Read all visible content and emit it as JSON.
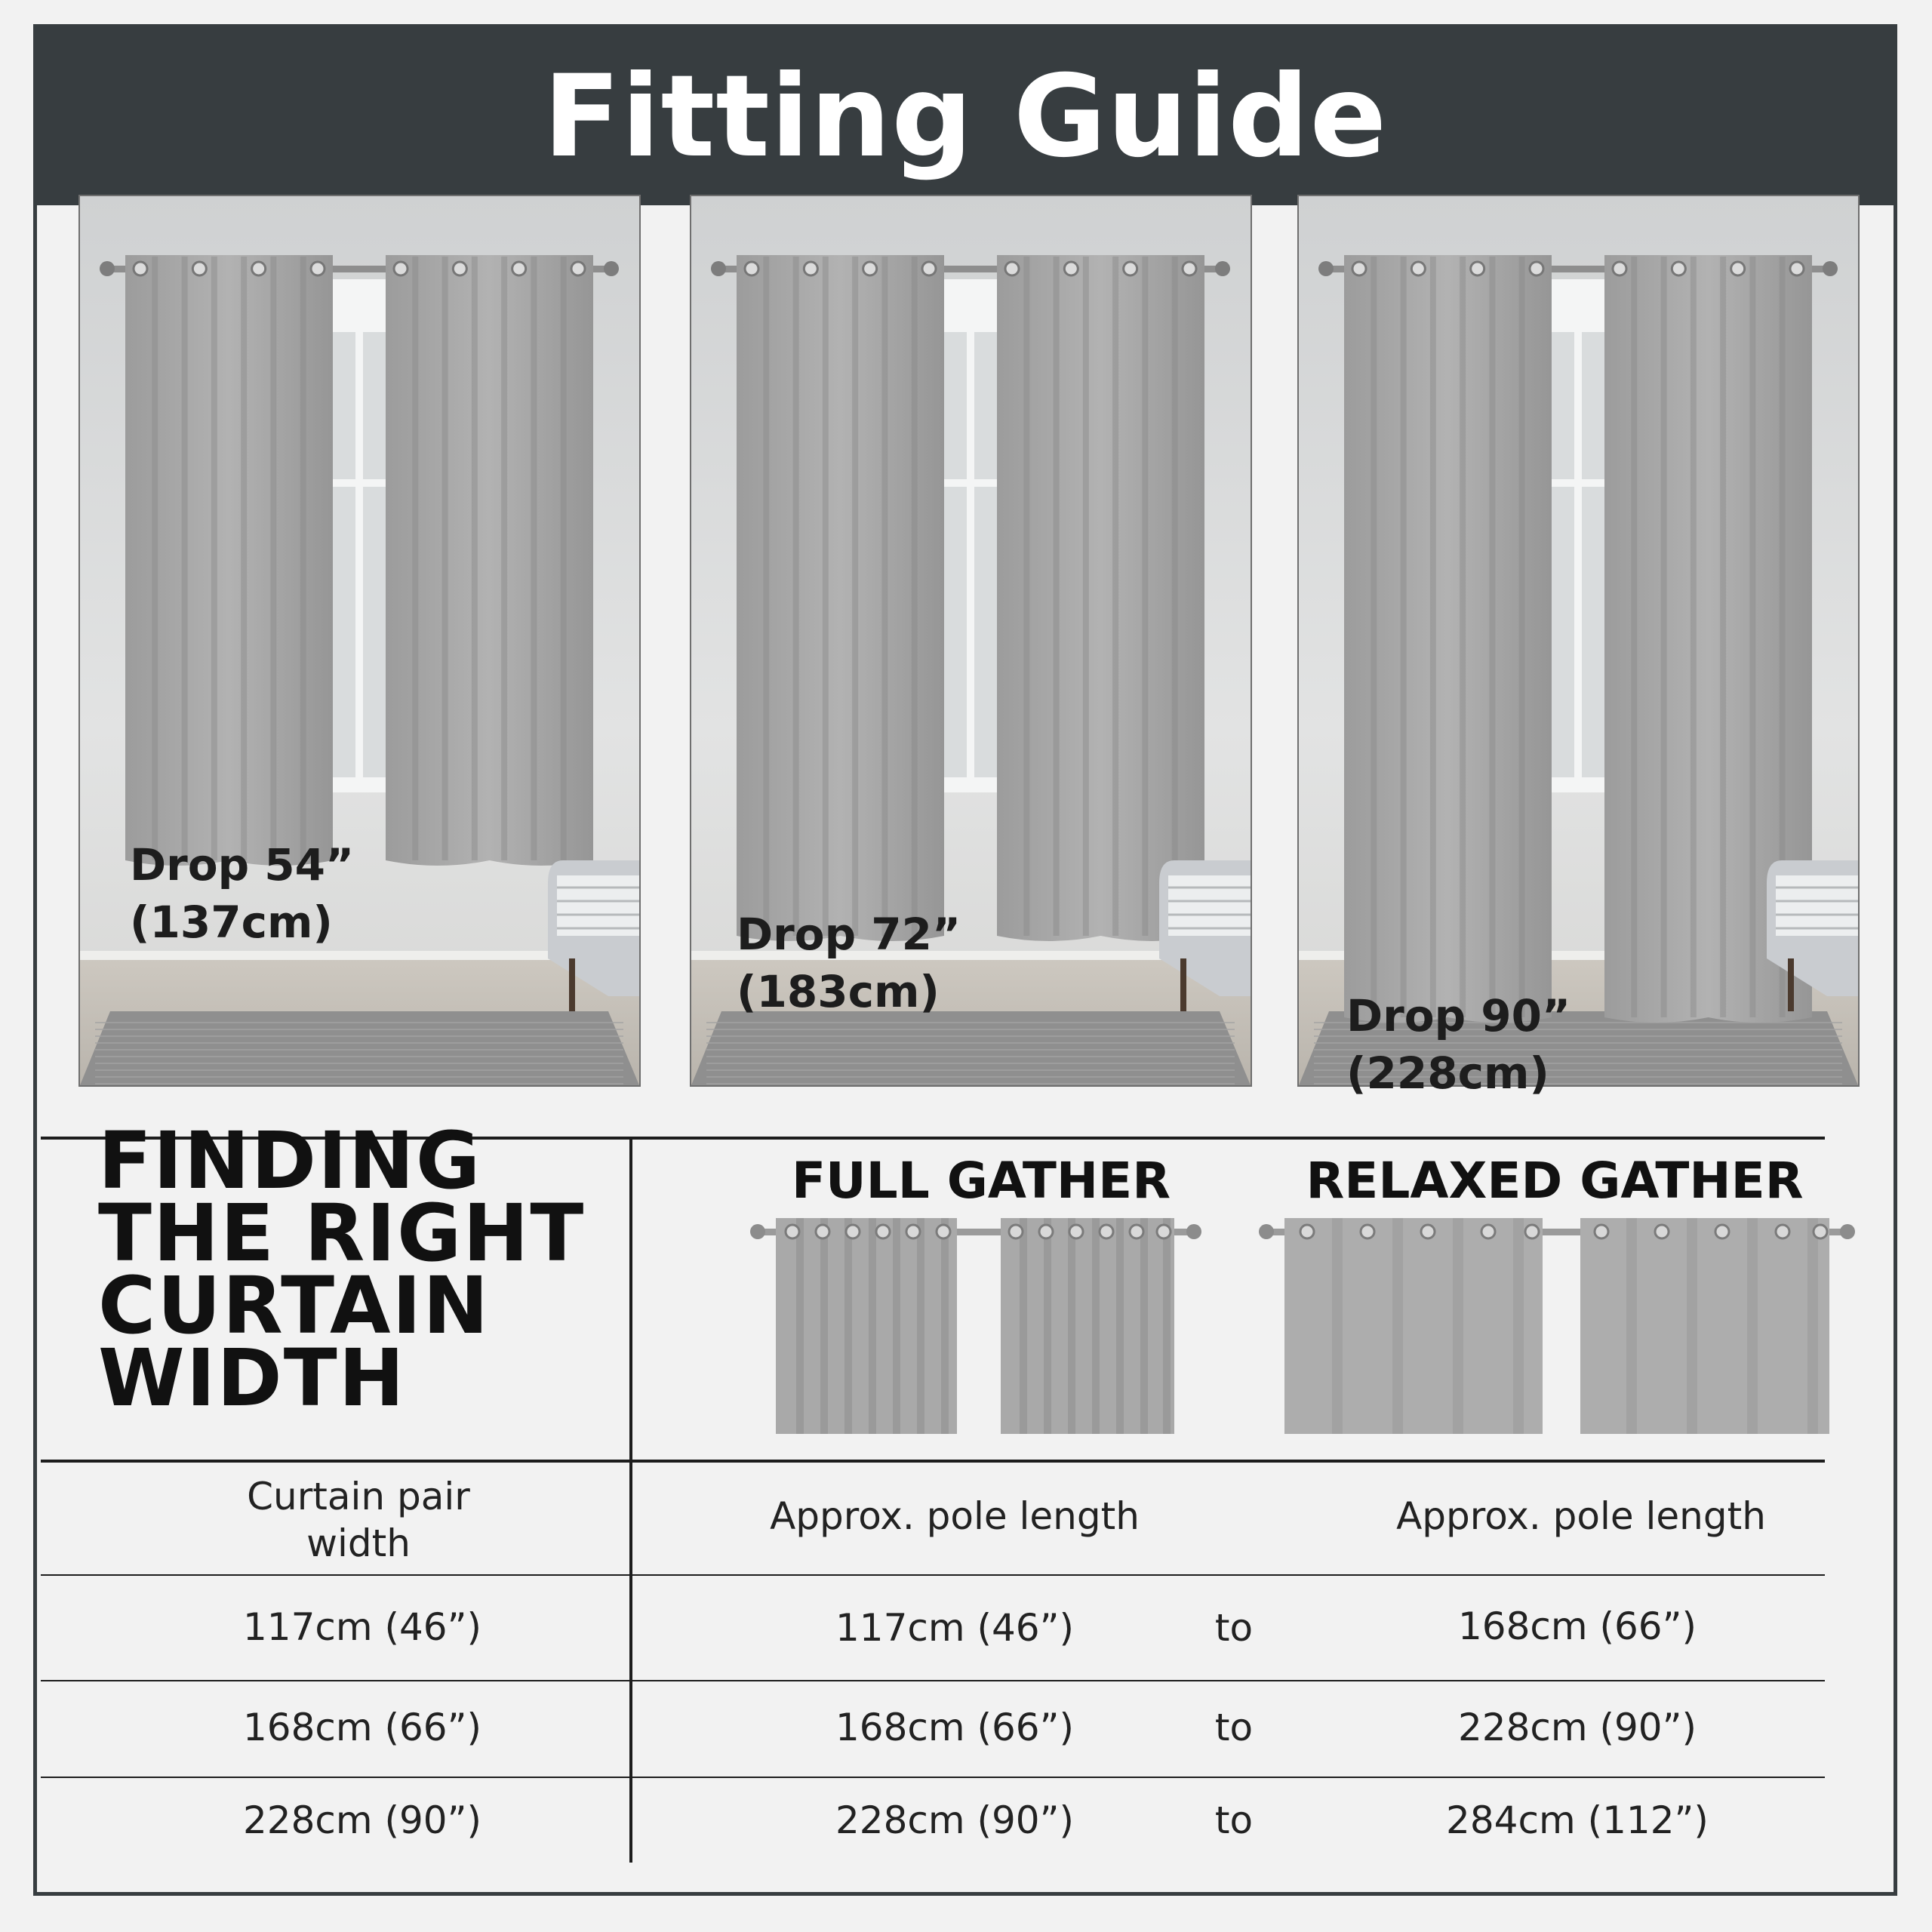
{
  "header": {
    "title": "Fitting Guide"
  },
  "drops": [
    {
      "line1": "Drop 54”",
      "line2": "(137cm)"
    },
    {
      "line1": "Drop 72”",
      "line2": "(183cm)"
    },
    {
      "line1": "Drop 90”",
      "line2": "(228cm)"
    }
  ],
  "width_section": {
    "title_lines": [
      "FINDING",
      "THE RIGHT",
      "CURTAIN",
      "WIDTH"
    ],
    "full_gather": "FULL GATHER",
    "relaxed_gather": "RELAXED GATHER"
  },
  "table": {
    "headers": {
      "pair_width": "Curtain pair width",
      "full_pole": "Approx. pole length",
      "relaxed_pole": "Approx. pole length"
    },
    "rows": [
      {
        "pair": "117cm (46”)",
        "full": "117cm (46”)",
        "to": "to",
        "relaxed": "168cm (66”)"
      },
      {
        "pair": "168cm (66”)",
        "full": "168cm (66”)",
        "to": "to",
        "relaxed": "228cm (90”)"
      },
      {
        "pair": "228cm (90”)",
        "full": "228cm (90”)",
        "to": "to",
        "relaxed": "284cm (112”)"
      }
    ]
  },
  "colors": {
    "header_bg": "#373d40",
    "curtain": "#a7a7a7",
    "wall": "#d7d9da",
    "rule": "#1d1d1d"
  }
}
